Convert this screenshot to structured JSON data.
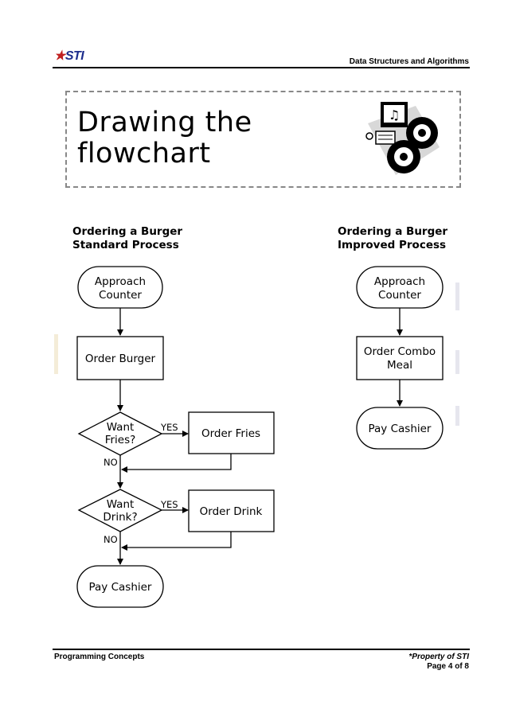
{
  "header": {
    "logo_text": "STI",
    "title": "Data Structures and Algorithms"
  },
  "slide": {
    "title_line1": "Drawing the",
    "title_line2": "flowchart"
  },
  "standard_process": {
    "heading_line1": "Ordering a Burger",
    "heading_line2": "Standard Process",
    "approach_line1": "Approach",
    "approach_line2": "Counter",
    "order_burger": "Order Burger",
    "fries_q_line1": "Want",
    "fries_q_line2": "Fries?",
    "order_fries": "Order Fries",
    "drink_q_line1": "Want",
    "drink_q_line2": "Drink?",
    "order_drink": "Order Drink",
    "pay_cashier": "Pay Cashier",
    "yes_label": "YES",
    "no_label": "NO"
  },
  "improved_process": {
    "heading_line1": "Ordering a Burger",
    "heading_line2": "Improved Process",
    "approach_line1": "Approach",
    "approach_line2": "Counter",
    "combo_line1": "Order Combo",
    "combo_line2": "Meal",
    "pay_cashier": "Pay Cashier"
  },
  "footer": {
    "left": "Programming Concepts",
    "property": "*Property of STI",
    "page": "Page 4 of 8"
  },
  "icons": {
    "logo": "sti-logo-icon",
    "clipart": "computer-cd-clipart-icon"
  }
}
